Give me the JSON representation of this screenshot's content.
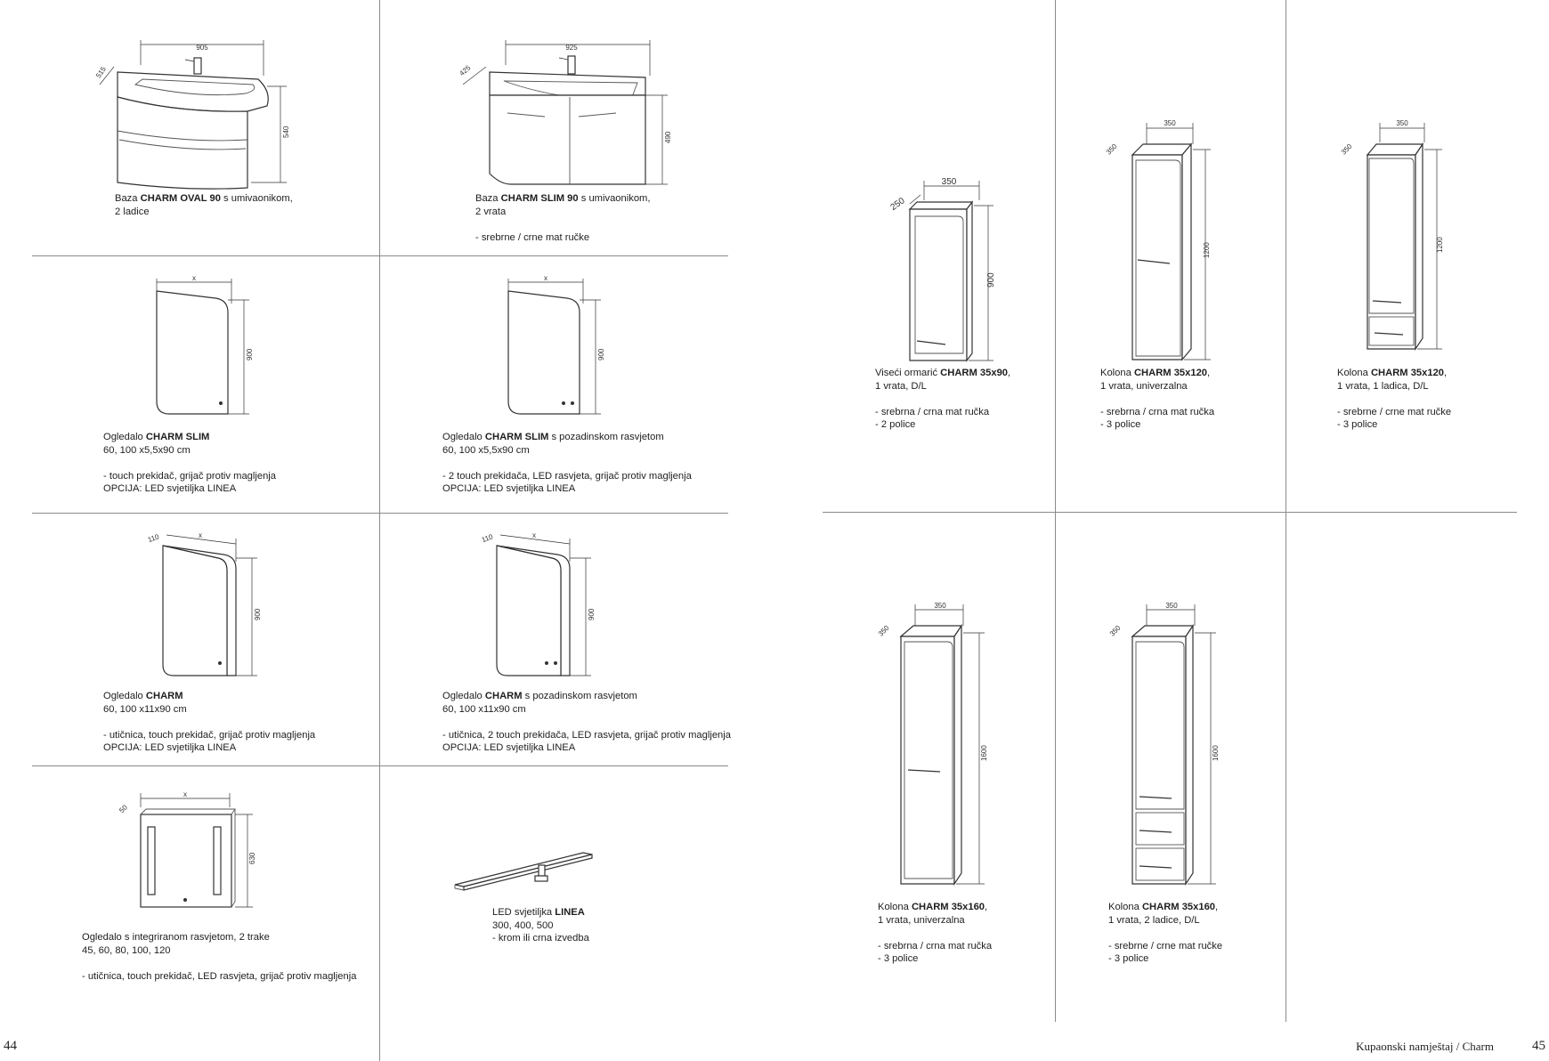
{
  "page_left": {
    "number": "44"
  },
  "page_right": {
    "number": "45",
    "footer": "Kupaonski namještaj / Charm"
  },
  "left_items": [
    {
      "lines": [
        {
          "pre": "Baza ",
          "bold": "CHARM OVAL 90",
          "post": " s umivaonikom,"
        },
        {
          "pre": "2 ladice"
        }
      ],
      "dims": {
        "width": "905",
        "depth": "515",
        "height": "540"
      }
    },
    {
      "lines": [
        {
          "pre": "Baza ",
          "bold": "CHARM SLIM 90",
          "post": " s umivaonikom,"
        },
        {
          "pre": "2 vrata"
        },
        {
          "pre": ""
        },
        {
          "pre": "- srebrne / crne mat ručke"
        }
      ],
      "dims": {
        "width": "925",
        "depth": "425",
        "height": "490"
      }
    },
    {
      "lines": [
        {
          "pre": "Ogledalo ",
          "bold": "CHARM SLIM"
        },
        {
          "pre": "60, 100 x5,5x90 cm"
        },
        {
          "pre": ""
        },
        {
          "pre": "- touch prekidač, grijač protiv magljenja"
        },
        {
          "pre": "OPCIJA: LED svjetiljka LINEA"
        }
      ],
      "dims": {
        "width": "x",
        "height": "900"
      }
    },
    {
      "lines": [
        {
          "pre": "Ogledalo ",
          "bold": "CHARM SLIM",
          "post": " s pozadinskom rasvjetom"
        },
        {
          "pre": "60, 100 x5,5x90 cm"
        },
        {
          "pre": ""
        },
        {
          "pre": "- 2 touch prekidača, LED rasvjeta, grijač protiv magljenja"
        },
        {
          "pre": "OPCIJA: LED svjetiljka LINEA"
        }
      ],
      "dims": {
        "width": "x",
        "height": "900"
      }
    },
    {
      "lines": [
        {
          "pre": "Ogledalo ",
          "bold": "CHARM"
        },
        {
          "pre": "60, 100 x11x90 cm"
        },
        {
          "pre": ""
        },
        {
          "pre": "- utičnica, touch prekidač, grijač protiv magljenja"
        },
        {
          "pre": "OPCIJA: LED svjetiljka LINEA"
        }
      ],
      "dims": {
        "width": "x",
        "depth": "110",
        "height": "900"
      }
    },
    {
      "lines": [
        {
          "pre": "Ogledalo ",
          "bold": "CHARM",
          "post": " s pozadinskom rasvjetom"
        },
        {
          "pre": "60, 100 x11x90 cm"
        },
        {
          "pre": ""
        },
        {
          "pre": "- utičnica, 2 touch prekidača, LED rasvjeta, grijač protiv magljenja"
        },
        {
          "pre": "OPCIJA: LED svjetiljka LINEA"
        }
      ],
      "dims": {
        "width": "x",
        "depth": "110",
        "height": "900"
      }
    },
    {
      "lines": [
        {
          "pre": "Ogledalo s integriranom rasvjetom, 2 trake"
        },
        {
          "pre": "45, 60, 80, 100, 120"
        },
        {
          "pre": ""
        },
        {
          "pre": "- utičnica, touch prekidač, LED rasvjeta, grijač protiv magljenja"
        }
      ],
      "dims": {
        "width": "x",
        "depth": "50",
        "height": "630"
      }
    },
    {
      "lines": [
        {
          "pre": "LED svjetiljka ",
          "bold": "LINEA"
        },
        {
          "pre": "300, 400, 500"
        },
        {
          "pre": "- krom ili crna izvedba"
        }
      ]
    }
  ],
  "right_items": [
    {
      "lines": [
        {
          "pre": "Viseći ormarić ",
          "bold": "CHARM 35x90",
          "post": ","
        },
        {
          "pre": "1 vrata, D/L"
        },
        {
          "pre": ""
        },
        {
          "pre": "- srebrna / crna mat ručka"
        },
        {
          "pre": "- 2 police"
        }
      ],
      "dims": {
        "width": "350",
        "depth": "250",
        "height": "900"
      }
    },
    {
      "lines": [
        {
          "pre": "Kolona ",
          "bold": "CHARM 35x120",
          "post": ","
        },
        {
          "pre": "1 vrata, univerzalna"
        },
        {
          "pre": ""
        },
        {
          "pre": "- srebrna / crna mat ručka"
        },
        {
          "pre": "- 3 police"
        }
      ],
      "dims": {
        "width": "350",
        "depth": "350",
        "height": "1200"
      }
    },
    {
      "lines": [
        {
          "pre": "Kolona ",
          "bold": "CHARM 35x120",
          "post": ","
        },
        {
          "pre": "1 vrata, 1 ladica, D/L"
        },
        {
          "pre": ""
        },
        {
          "pre": "- srebrne / crne mat ručke"
        },
        {
          "pre": "- 3 police"
        }
      ],
      "dims": {
        "width": "350",
        "depth": "350",
        "height": "1200"
      }
    },
    {
      "lines": [
        {
          "pre": "Kolona ",
          "bold": "CHARM 35x160",
          "post": ","
        },
        {
          "pre": "1 vrata, univerzalna"
        },
        {
          "pre": ""
        },
        {
          "pre": "- srebrna / crna mat ručka"
        },
        {
          "pre": "- 3 police"
        }
      ],
      "dims": {
        "width": "350",
        "depth": "350",
        "height": "1600"
      }
    },
    {
      "lines": [
        {
          "pre": "Kolona ",
          "bold": "CHARM 35x160",
          "post": ","
        },
        {
          "pre": "1 vrata, 2 ladice, D/L"
        },
        {
          "pre": ""
        },
        {
          "pre": "- srebrne / crne mat ručke"
        },
        {
          "pre": "- 3 police"
        }
      ],
      "dims": {
        "width": "350",
        "depth": "350",
        "height": "1600"
      }
    }
  ]
}
